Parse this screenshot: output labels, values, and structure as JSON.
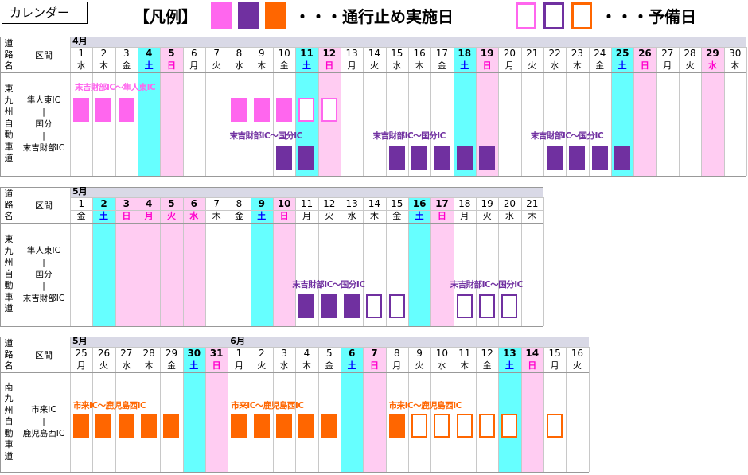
{
  "title": "カレンダー",
  "legend": {
    "bracket_label": "【凡例】",
    "closure_label": "・・・通行止め実施日",
    "reserve_label": "・・・予備日",
    "colors": [
      "#ff66ee",
      "#7030a0",
      "#ff6600"
    ]
  },
  "colors": {
    "saturday": "#66ffff",
    "sunday": "#ffccf2",
    "header_bg": "#d9d9e6",
    "pink": "#ff66ee",
    "purple": "#7030a0",
    "orange": "#ff6600",
    "red": "#ff0000"
  },
  "header": {
    "road": [
      "道",
      "路",
      "名"
    ],
    "section": "区間"
  },
  "calendars": [
    {
      "months": [
        {
          "label": "4月",
          "start": 0
        }
      ],
      "dates": [
        "1",
        "2",
        "3",
        "4",
        "5",
        "6",
        "7",
        "8",
        "9",
        "10",
        "11",
        "12",
        "13",
        "14",
        "15",
        "16",
        "17",
        "18",
        "19",
        "20",
        "21",
        "22",
        "23",
        "24",
        "25",
        "26",
        "27",
        "28",
        "29",
        "30"
      ],
      "weekdays": [
        "水",
        "木",
        "金",
        "土",
        "日",
        "月",
        "火",
        "水",
        "木",
        "金",
        "土",
        "日",
        "月",
        "火",
        "水",
        "木",
        "金",
        "土",
        "日",
        "月",
        "火",
        "水",
        "木",
        "金",
        "土",
        "日",
        "月",
        "火",
        "水",
        "木"
      ],
      "day_types": [
        "w",
        "w",
        "w",
        "sat",
        "sun",
        "w",
        "w",
        "w",
        "w",
        "w",
        "sat",
        "sun",
        "w",
        "w",
        "w",
        "w",
        "w",
        "sat",
        "sun",
        "w",
        "w",
        "w",
        "w",
        "w",
        "sat",
        "sun",
        "w",
        "w",
        "hol",
        "w"
      ],
      "road_name": [
        "東",
        "九",
        "州",
        "自",
        "動",
        "車",
        "道"
      ],
      "section": [
        "隼人東IC",
        "|",
        "国分",
        "|",
        "末吉財部IC"
      ],
      "tracks": [
        {
          "label": "末吉財部IC～隼人東IC",
          "color": "pink",
          "label_col": 0,
          "label_offset": 6,
          "closures": [
            0,
            1,
            2,
            7,
            8,
            9
          ],
          "reserves": [
            10,
            11
          ]
        },
        {
          "label": "末吉財部IC～国分IC",
          "color": "purple",
          "label_col": 8,
          "label_offset": -26,
          "closures": [
            9,
            10
          ],
          "reserves": []
        },
        {
          "label": "末吉財部IC～国分IC",
          "color": "purple",
          "label_col": 14,
          "label_offset": -16,
          "closures": [
            14,
            15,
            16,
            17,
            18
          ],
          "reserves": []
        },
        {
          "label": "末吉財部IC～国分IC",
          "color": "purple",
          "label_col": 21,
          "label_offset": -16,
          "closures": [
            21,
            22,
            23,
            24
          ],
          "reserves": []
        }
      ]
    },
    {
      "months": [
        {
          "label": "5月",
          "start": 0
        }
      ],
      "dates": [
        "1",
        "2",
        "3",
        "4",
        "5",
        "6",
        "7",
        "8",
        "9",
        "10",
        "11",
        "12",
        "13",
        "14",
        "15",
        "16",
        "17",
        "18",
        "19",
        "20",
        "21"
      ],
      "weekdays": [
        "金",
        "土",
        "日",
        "月",
        "火",
        "水",
        "木",
        "金",
        "土",
        "日",
        "月",
        "火",
        "水",
        "木",
        "金",
        "土",
        "日",
        "月",
        "火",
        "水",
        "木"
      ],
      "day_types": [
        "w",
        "sat",
        "hol",
        "hol",
        "hol",
        "hol",
        "w",
        "w",
        "sat",
        "sun",
        "w",
        "w",
        "w",
        "w",
        "w",
        "sat",
        "sun",
        "w",
        "w",
        "w",
        "w"
      ],
      "road_name": [
        "東",
        "九",
        "州",
        "自",
        "動",
        "車",
        "道"
      ],
      "section": [
        "隼人東IC",
        "|",
        "国分",
        "|",
        "末吉財部IC"
      ],
      "tracks": [
        {
          "label": "末吉財部IC～国分IC",
          "color": "purple",
          "label_col": 10,
          "label_offset": -4,
          "closures": [
            10,
            11,
            12
          ],
          "reserves": [
            13,
            14
          ]
        },
        {
          "label": "末吉財部IC～国分IC",
          "color": "purple",
          "label_col": 17,
          "label_offset": -4,
          "closures": [],
          "reserves": [
            17,
            18,
            19
          ]
        }
      ]
    },
    {
      "months": [
        {
          "label": "5月",
          "start": 0
        },
        {
          "label": "6月",
          "start": 7
        }
      ],
      "dates": [
        "25",
        "26",
        "27",
        "28",
        "29",
        "30",
        "31",
        "1",
        "2",
        "3",
        "4",
        "5",
        "6",
        "7",
        "8",
        "9",
        "10",
        "11",
        "12",
        "13",
        "14",
        "15",
        "16"
      ],
      "weekdays": [
        "月",
        "火",
        "水",
        "木",
        "金",
        "土",
        "日",
        "月",
        "火",
        "水",
        "木",
        "金",
        "土",
        "日",
        "月",
        "火",
        "水",
        "木",
        "金",
        "土",
        "日",
        "月",
        "火"
      ],
      "day_types": [
        "w",
        "w",
        "w",
        "w",
        "w",
        "sat",
        "sun",
        "w",
        "w",
        "w",
        "w",
        "w",
        "sat",
        "sun",
        "w",
        "w",
        "w",
        "w",
        "w",
        "sat",
        "sun",
        "w",
        "w"
      ],
      "road_name": [
        "南",
        "九",
        "州",
        "自",
        "動",
        "車",
        "道"
      ],
      "section": [
        "市来IC",
        "|",
        "鹿児島西IC"
      ],
      "tracks": [
        {
          "label": "市来IC～鹿児島西IC",
          "color": "orange",
          "label_col": 0,
          "label_offset": 4,
          "closures": [
            0,
            1,
            2,
            3,
            4
          ],
          "reserves": []
        },
        {
          "label": "市来IC～鹿児島西IC",
          "color": "orange",
          "label_col": 7,
          "label_offset": 4,
          "closures": [
            7,
            8,
            9,
            10,
            11
          ],
          "reserves": []
        },
        {
          "label": "市来IC～鹿児島西IC",
          "color": "orange",
          "label_col": 14,
          "label_offset": 4,
          "closures": [
            14
          ],
          "reserves": [
            15,
            16,
            17,
            18,
            19,
            21
          ]
        }
      ]
    }
  ]
}
